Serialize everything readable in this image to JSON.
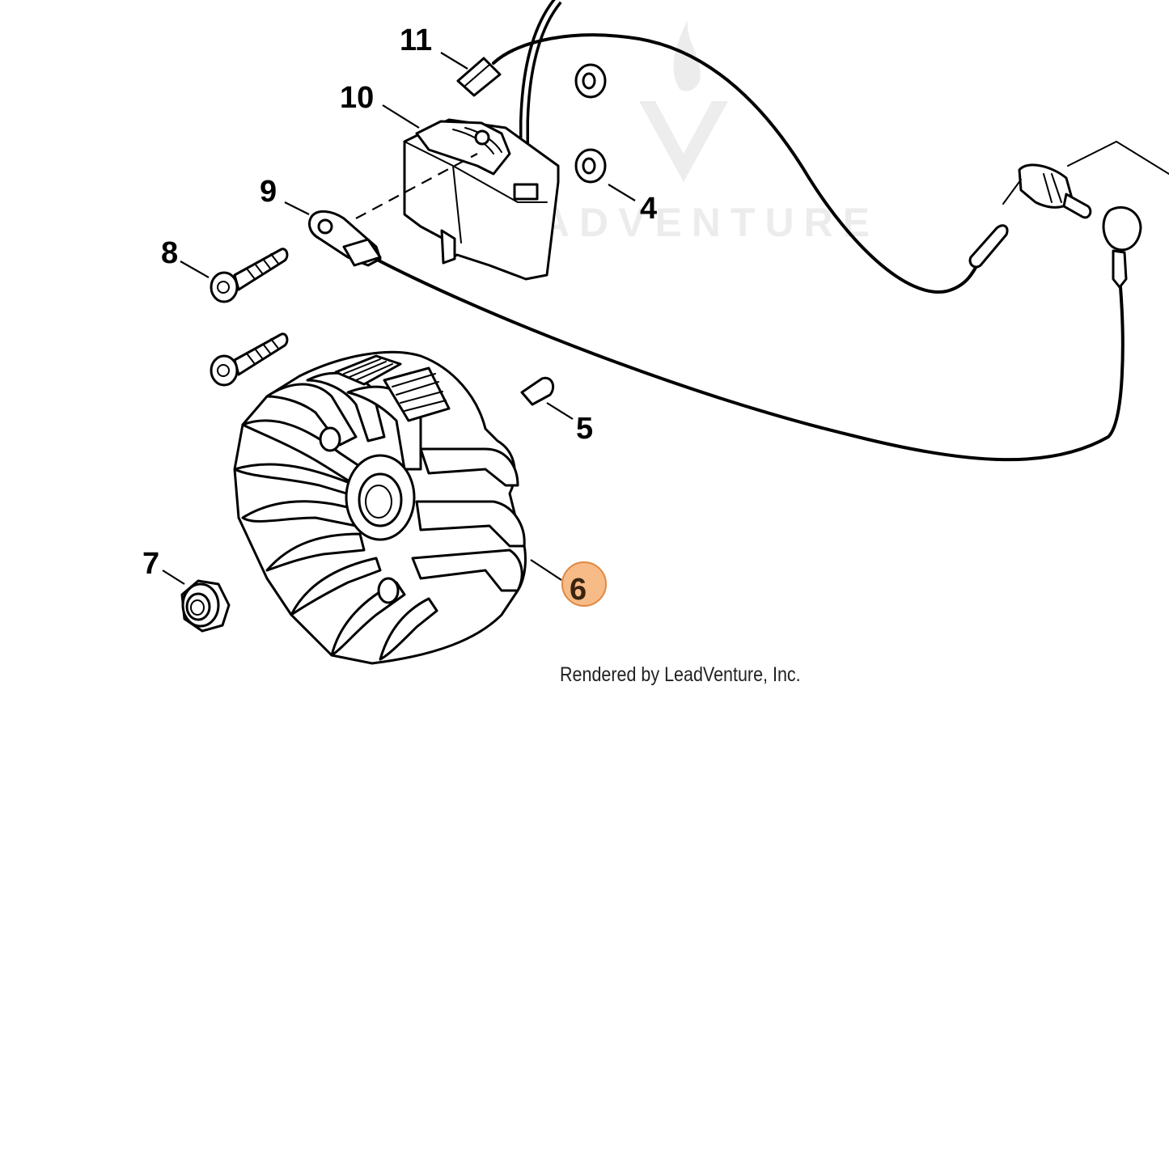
{
  "diagram": {
    "callouts": [
      {
        "id": "c4",
        "label": "4"
      },
      {
        "id": "c5",
        "label": "5"
      },
      {
        "id": "c6",
        "label": "6",
        "highlighted": true
      },
      {
        "id": "c7",
        "label": "7"
      },
      {
        "id": "c8",
        "label": "8"
      },
      {
        "id": "c9",
        "label": "9"
      },
      {
        "id": "c10",
        "label": "10"
      },
      {
        "id": "c11",
        "label": "11"
      }
    ],
    "highlight_color": "#f4a460",
    "watermark": "LEADVENTURE",
    "credit": "Rendered by LeadVenture, Inc."
  },
  "icons": [
    "flywheel-icon",
    "ignition-module-icon",
    "screw-icon",
    "nut-icon",
    "washer-icon",
    "key-icon",
    "terminal-icon",
    "switch-icon"
  ]
}
